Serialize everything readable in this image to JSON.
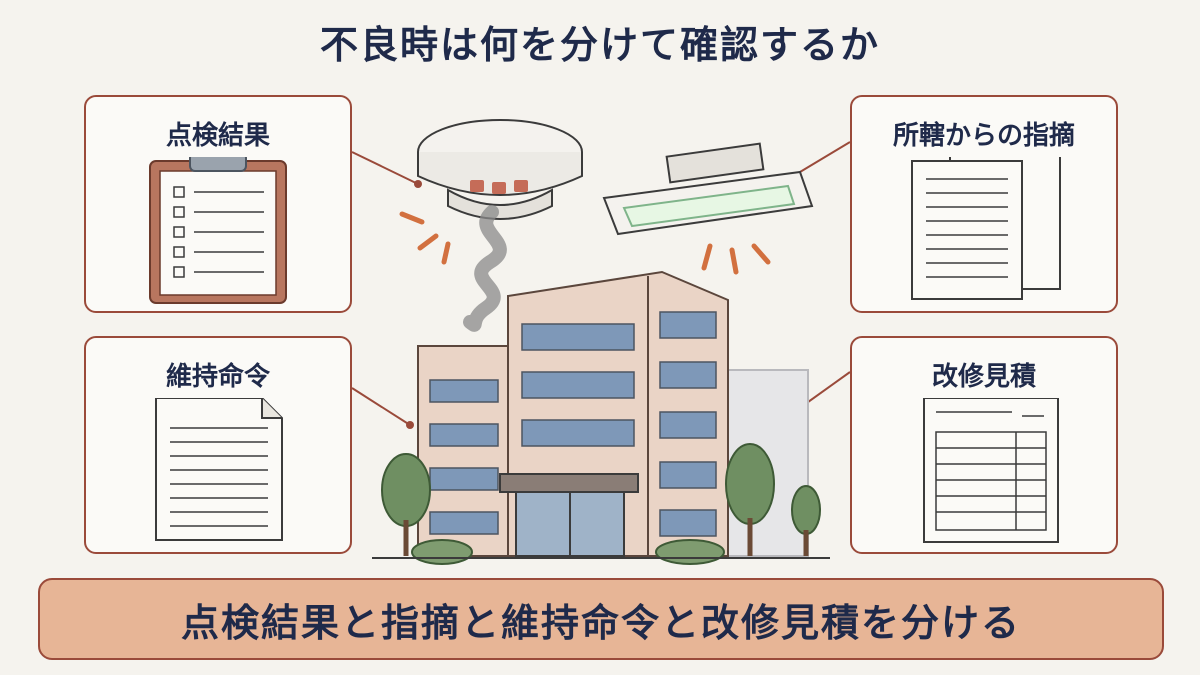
{
  "title": "不良時は何を分けて確認するか",
  "cards": {
    "top_left": {
      "label": "点検結果",
      "icon": "clipboard-checklist-icon"
    },
    "bottom_left": {
      "label": "維持命令",
      "icon": "document-icon"
    },
    "top_right": {
      "label": "所轄からの指摘",
      "icon": "stacked-documents-icon"
    },
    "bottom_right": {
      "label": "改修見積",
      "icon": "estimate-form-icon"
    }
  },
  "banner": {
    "text": "点検結果と指摘と維持命令と改修見積を分ける"
  },
  "colors": {
    "background": "#f5f3ee",
    "border": "#9a4a3a",
    "title_text": "#1f2a4a",
    "banner_fill": "#e7b596",
    "building": "#ead4c6",
    "window": "#7e98b8",
    "tree": "#6f8f62"
  }
}
